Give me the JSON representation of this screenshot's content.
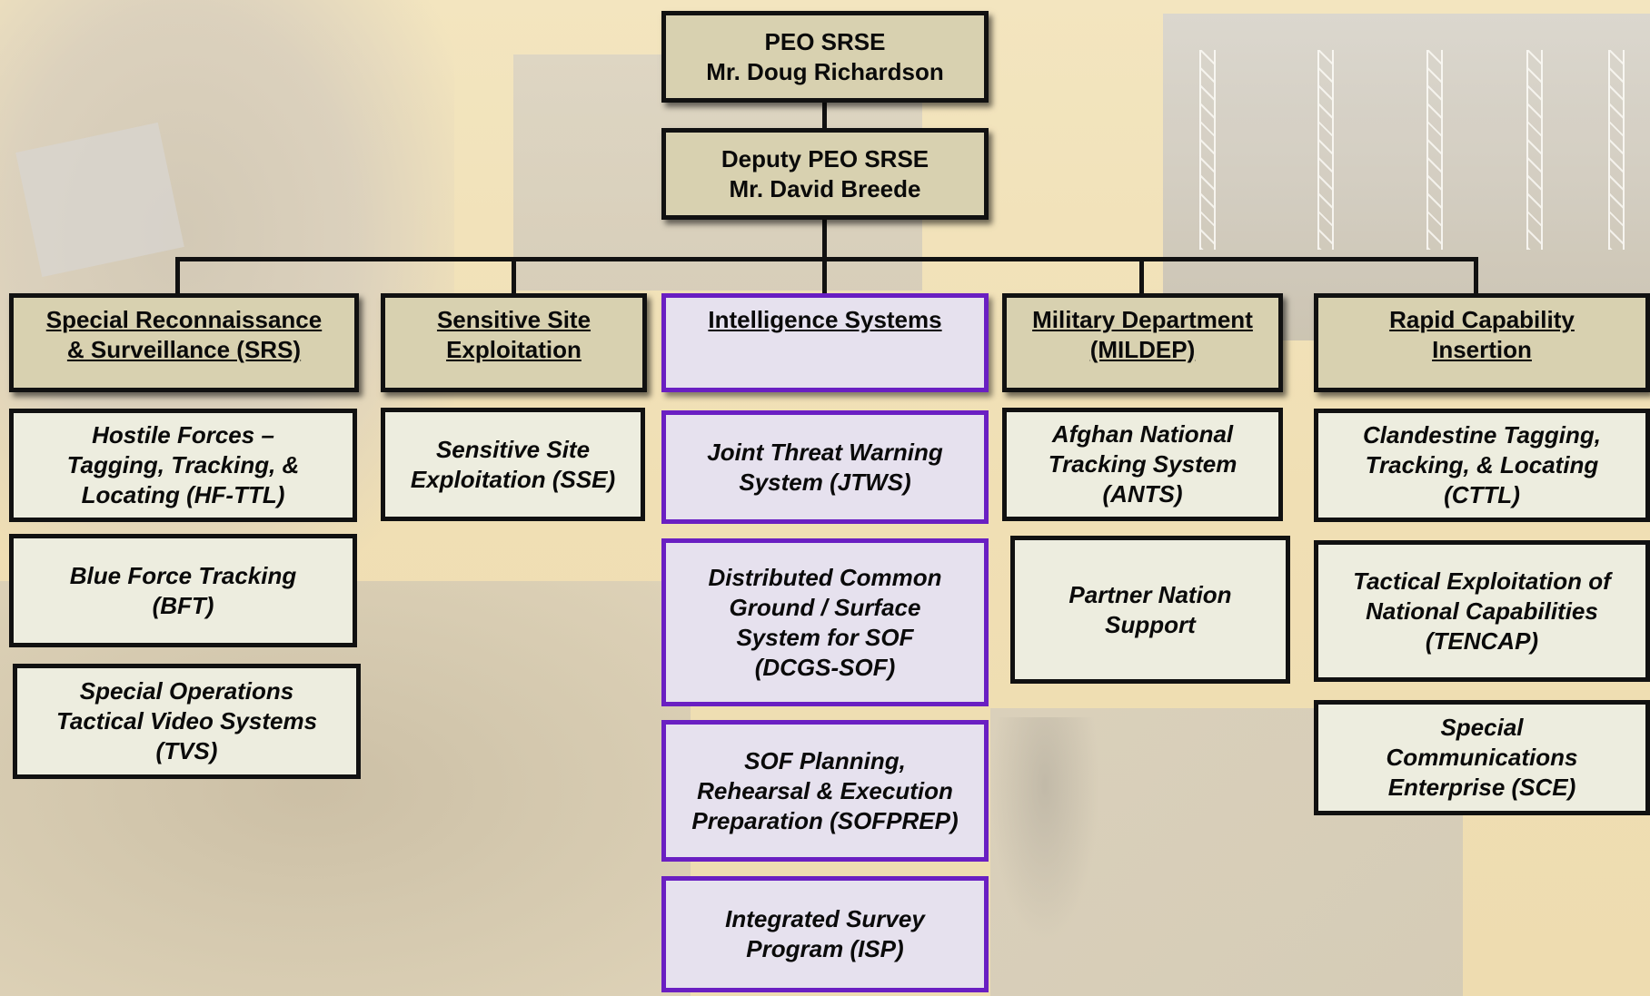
{
  "peo": {
    "title": "PEO SRSE\nMr. Doug Richardson"
  },
  "deputy": {
    "title": "Deputy PEO SRSE\nMr. David Breede"
  },
  "divisions": [
    {
      "name": "Special Reconnaissance\n& Surveillance (SRS)",
      "programs": [
        "Hostile Forces –\nTagging, Tracking, &\nLocating (HF-TTL)",
        "Blue Force Tracking\n(BFT)",
        "Special Operations\nTactical Video Systems\n(TVS)"
      ]
    },
    {
      "name": "Sensitive Site\nExploitation",
      "programs": [
        "Sensitive Site\nExploitation (SSE)"
      ]
    },
    {
      "name": "Intelligence Systems",
      "programs": [
        "Joint Threat Warning\nSystem (JTWS)",
        "Distributed Common\nGround / Surface\nSystem for SOF\n(DCGS-SOF)",
        "SOF Planning,\nRehearsal & Execution\nPreparation (SOFPREP)",
        "Integrated Survey\nProgram (ISP)"
      ]
    },
    {
      "name": "Military Department\n(MILDEP)",
      "programs": [
        "Afghan National\nTracking System\n(ANTS)",
        "Partner Nation\nSupport"
      ]
    },
    {
      "name": "Rapid Capability\nInsertion",
      "programs": [
        "Clandestine Tagging,\nTracking, & Locating\n(CTTL)",
        "Tactical Exploitation of\nNational Capabilities\n(TENCAP)",
        "Special\nCommunications\nEnterprise (SCE)"
      ]
    }
  ],
  "colors": {
    "box_fill": "#d8d1b0",
    "program_fill": "#ededdf",
    "intel_border": "#6a1fc2",
    "intel_fill": "#e6e1ee",
    "line": "#111111"
  }
}
